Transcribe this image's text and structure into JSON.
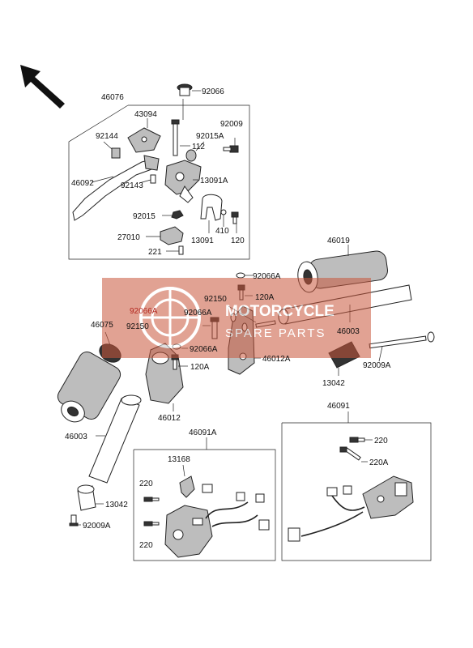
{
  "watermark": {
    "line1": "MOTORCYCLE",
    "line2": "SPARE PARTS",
    "color": "#c9573c"
  },
  "icons": [
    "direction-arrow-icon",
    "watermark-logo-icon"
  ],
  "labels": {
    "p46076": "46076",
    "p92066": "92066",
    "p43094": "43094",
    "p92009": "92009",
    "p92144": "92144",
    "p92015A": "92015A",
    "p112": "112",
    "p46092": "46092",
    "p92143": "92143",
    "p13091A": "13091A",
    "p92015": "92015",
    "p410": "410",
    "p27010": "27010",
    "p13091": "13091",
    "p120_top": "120",
    "p221": "221",
    "p46019": "46019",
    "p92066A_1": "92066A",
    "p92150_1": "92150",
    "p120A_1": "120A",
    "p92066A_2": "92066A",
    "p92066A_3": "92066A",
    "p92150_2": "92150",
    "p46003_1": "46003",
    "p46075": "46075",
    "p92066A_4": "92066A",
    "p46012A": "46012A",
    "p120A_2": "120A",
    "p13042_1": "13042",
    "p92009A_1": "92009A",
    "p46012": "46012",
    "p46091": "46091",
    "p46091A": "46091A",
    "p46003_2": "46003",
    "p13168": "13168",
    "p220_1": "220",
    "p220A": "220A",
    "p220_2": "220",
    "p13042_2": "13042",
    "p220_3": "220",
    "p92009A_2": "92009A"
  }
}
